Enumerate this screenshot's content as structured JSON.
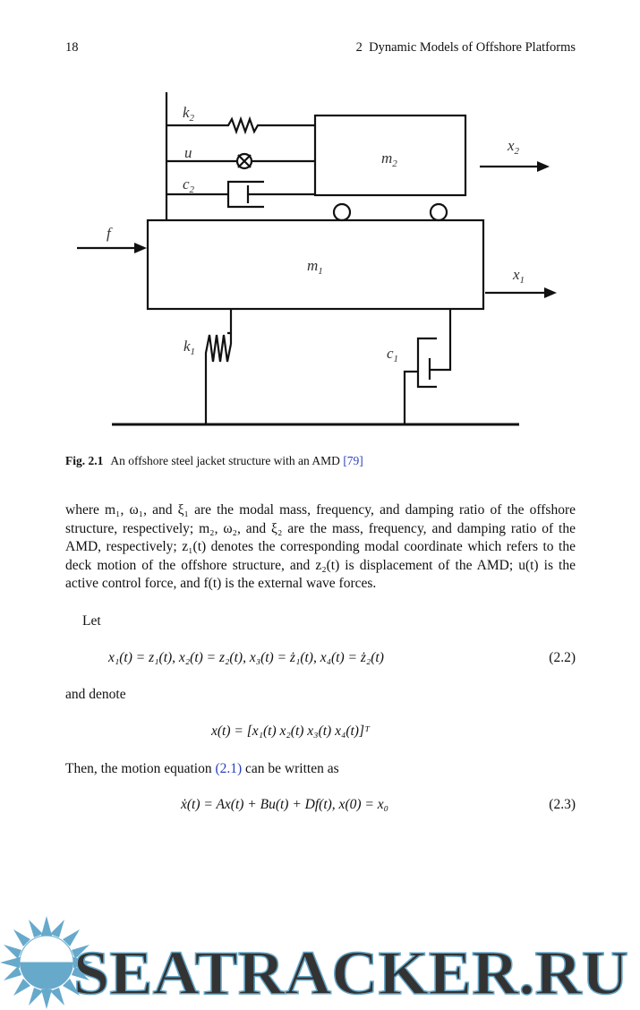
{
  "header": {
    "page_number": "18",
    "running_title": "2  Dynamic Models of Offshore Platforms"
  },
  "figure": {
    "labels": {
      "k2": "k",
      "k2_sub": "2",
      "u": "u",
      "c2": "c",
      "c2_sub": "2",
      "m2": "m",
      "m2_sub": "2",
      "x2": "x",
      "x2_sub": "2",
      "f": "f",
      "m1": "m",
      "m1_sub": "1",
      "x1": "x",
      "x1_sub": "1",
      "k1": "k",
      "k1_sub": "1",
      "c1": "c",
      "c1_sub": "1"
    },
    "caption_label": "Fig. 2.1",
    "caption_text": "An offshore steel jacket structure with an AMD ",
    "caption_ref": "[79]"
  },
  "body": {
    "para1": "where m₁, ω₁, and ξ₁ are the modal mass, frequency, and damping ratio of the offshore structure, respectively; m₂, ω₂, and ξ₂ are the mass, frequency, and damping ratio of the AMD, respectively; z₁(t) denotes the corresponding modal coordinate which refers to the deck motion of the offshore structure, and z₂(t) is displacement of the AMD; u(t) is the active control force, and f(t) is the external wave forces.",
    "let": "Let",
    "eq22": "x₁(t) = z₁(t),   x₂(t) = z₂(t),   x₃(t) = ż₁(t),   x₄(t) = ż₂(t)",
    "eq22_num": "(2.2)",
    "and_denote": "and denote",
    "eq_x": "x(t) = [x₁(t)  x₂(t)  x₃(t)  x₄(t)]ᵀ",
    "then_pre": "Then, the motion equation ",
    "then_ref": "(2.1)",
    "then_post": " can be written as",
    "eq23": "ẋ(t) = Ax(t) + Bu(t) + Df(t),   x(0) = x₀",
    "eq23_num": "(2.3)"
  },
  "watermark": {
    "text": "SEATRACKER.RU",
    "color": "#67a9cb"
  }
}
